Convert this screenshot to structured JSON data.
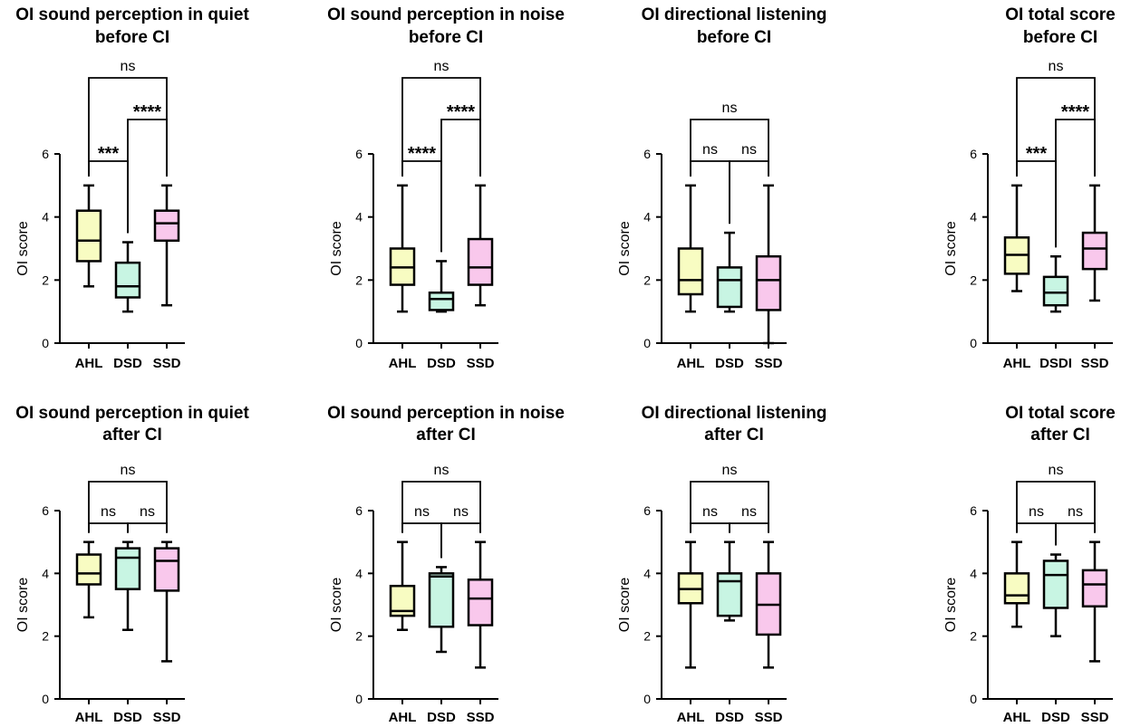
{
  "colors": {
    "AHL": "#f8fcc2",
    "DSD": "#c8f5e3",
    "SSD": "#f9c8ec",
    "stroke": "#000000"
  },
  "chart_data": [
    {
      "type": "box",
      "title": [
        "OI sound perception in quiet",
        "before CI"
      ],
      "ylabel": "OI score",
      "ylim": [
        0,
        6
      ],
      "yticks": [
        0,
        2,
        4,
        6
      ],
      "categories": [
        "AHL",
        "DSD",
        "SSD"
      ],
      "boxes": [
        {
          "min": 1.8,
          "q1": 2.6,
          "median": 3.25,
          "q3": 4.2,
          "max": 5.0
        },
        {
          "min": 1.0,
          "q1": 1.45,
          "median": 1.8,
          "q3": 2.55,
          "max": 3.2
        },
        {
          "min": 1.2,
          "q1": 3.25,
          "median": 3.8,
          "q3": 4.2,
          "max": 5.0
        }
      ],
      "comparisons": [
        {
          "from": 0,
          "to": 1,
          "label": "***",
          "level": 1
        },
        {
          "from": 1,
          "to": 2,
          "label": "****",
          "level": 2
        },
        {
          "from": 0,
          "to": 2,
          "label": "ns",
          "level": 3
        }
      ]
    },
    {
      "type": "box",
      "title": [
        "OI sound perception in noise",
        "before CI"
      ],
      "ylabel": "OI score",
      "ylim": [
        0,
        6
      ],
      "yticks": [
        0,
        2,
        4,
        6
      ],
      "categories": [
        "AHL",
        "DSD",
        "SSD"
      ],
      "boxes": [
        {
          "min": 1.0,
          "q1": 1.85,
          "median": 2.4,
          "q3": 3.0,
          "max": 5.0
        },
        {
          "min": 1.0,
          "q1": 1.05,
          "median": 1.4,
          "q3": 1.6,
          "max": 2.6
        },
        {
          "min": 1.2,
          "q1": 1.85,
          "median": 2.4,
          "q3": 3.3,
          "max": 5.0
        }
      ],
      "comparisons": [
        {
          "from": 0,
          "to": 1,
          "label": "****",
          "level": 1
        },
        {
          "from": 1,
          "to": 2,
          "label": "****",
          "level": 2
        },
        {
          "from": 0,
          "to": 2,
          "label": "ns",
          "level": 3
        }
      ]
    },
    {
      "type": "box",
      "title": [
        "OI directional listening",
        "before CI"
      ],
      "ylabel": "OI score",
      "ylim": [
        0,
        6
      ],
      "yticks": [
        0,
        2,
        4,
        6
      ],
      "categories": [
        "AHL",
        "DSD",
        "SSD"
      ],
      "boxes": [
        {
          "min": 1.0,
          "q1": 1.55,
          "median": 2.0,
          "q3": 3.0,
          "max": 5.0
        },
        {
          "min": 1.0,
          "q1": 1.15,
          "median": 2.0,
          "q3": 2.4,
          "max": 3.5
        },
        {
          "min": 0.0,
          "q1": 1.05,
          "median": 2.0,
          "q3": 2.75,
          "max": 5.0
        }
      ],
      "comparisons": [
        {
          "from": 0,
          "to": 1,
          "label": "ns",
          "level": 1
        },
        {
          "from": 1,
          "to": 2,
          "label": "ns",
          "level": 1
        },
        {
          "from": 0,
          "to": 2,
          "label": "ns",
          "level": 2
        }
      ]
    },
    {
      "type": "box",
      "title": [
        "OI total score",
        "before CI"
      ],
      "ylabel": "OI score",
      "ylim": [
        0,
        6
      ],
      "yticks": [
        0,
        2,
        4,
        6
      ],
      "categories": [
        "AHL",
        "DSDI",
        "SSD"
      ],
      "boxes": [
        {
          "min": 1.65,
          "q1": 2.2,
          "median": 2.8,
          "q3": 3.35,
          "max": 5.0
        },
        {
          "min": 1.0,
          "q1": 1.2,
          "median": 1.6,
          "q3": 2.1,
          "max": 2.75
        },
        {
          "min": 1.35,
          "q1": 2.35,
          "median": 3.0,
          "q3": 3.5,
          "max": 5.0
        }
      ],
      "comparisons": [
        {
          "from": 0,
          "to": 1,
          "label": "***",
          "level": 1
        },
        {
          "from": 1,
          "to": 2,
          "label": "****",
          "level": 2
        },
        {
          "from": 0,
          "to": 2,
          "label": "ns",
          "level": 3
        }
      ]
    },
    {
      "type": "box",
      "title": [
        "OI sound perception in quiet",
        "after CI"
      ],
      "ylabel": "OI score",
      "ylim": [
        0,
        6
      ],
      "yticks": [
        0,
        2,
        4,
        6
      ],
      "categories": [
        "AHL",
        "DSD",
        "SSD"
      ],
      "boxes": [
        {
          "min": 2.6,
          "q1": 3.65,
          "median": 4.0,
          "q3": 4.6,
          "max": 5.0
        },
        {
          "min": 2.2,
          "q1": 3.5,
          "median": 4.5,
          "q3": 4.8,
          "max": 5.0
        },
        {
          "min": 1.2,
          "q1": 3.45,
          "median": 4.4,
          "q3": 4.8,
          "max": 5.0
        }
      ],
      "comparisons": [
        {
          "from": 0,
          "to": 1,
          "label": "ns",
          "level": 1
        },
        {
          "from": 1,
          "to": 2,
          "label": "ns",
          "level": 1
        },
        {
          "from": 0,
          "to": 2,
          "label": "ns",
          "level": 2
        }
      ]
    },
    {
      "type": "box",
      "title": [
        "OI sound perception in noise",
        "after CI"
      ],
      "ylabel": "OI score",
      "ylim": [
        0,
        6
      ],
      "yticks": [
        0,
        2,
        4,
        6
      ],
      "categories": [
        "AHL",
        "DSD",
        "SSD"
      ],
      "boxes": [
        {
          "min": 2.2,
          "q1": 2.65,
          "median": 2.8,
          "q3": 3.6,
          "max": 5.0
        },
        {
          "min": 1.5,
          "q1": 2.3,
          "median": 3.9,
          "q3": 4.0,
          "max": 4.2
        },
        {
          "min": 1.0,
          "q1": 2.35,
          "median": 3.2,
          "q3": 3.8,
          "max": 5.0
        }
      ],
      "comparisons": [
        {
          "from": 0,
          "to": 1,
          "label": "ns",
          "level": 1
        },
        {
          "from": 1,
          "to": 2,
          "label": "ns",
          "level": 1
        },
        {
          "from": 0,
          "to": 2,
          "label": "ns",
          "level": 2
        }
      ]
    },
    {
      "type": "box",
      "title": [
        "OI directional listening",
        "after CI"
      ],
      "ylabel": "OI score",
      "ylim": [
        0,
        6
      ],
      "yticks": [
        0,
        2,
        4,
        6
      ],
      "categories": [
        "AHL",
        "DSD",
        "SSD"
      ],
      "boxes": [
        {
          "min": 1.0,
          "q1": 3.05,
          "median": 3.5,
          "q3": 4.0,
          "max": 5.0
        },
        {
          "min": 2.5,
          "q1": 2.65,
          "median": 3.75,
          "q3": 4.0,
          "max": 5.0
        },
        {
          "min": 1.0,
          "q1": 2.05,
          "median": 3.0,
          "q3": 4.0,
          "max": 5.0
        }
      ],
      "comparisons": [
        {
          "from": 0,
          "to": 1,
          "label": "ns",
          "level": 1
        },
        {
          "from": 1,
          "to": 2,
          "label": "ns",
          "level": 1
        },
        {
          "from": 0,
          "to": 2,
          "label": "ns",
          "level": 2
        }
      ]
    },
    {
      "type": "box",
      "title": [
        "OI total score",
        "after CI"
      ],
      "ylabel": "OI score",
      "ylim": [
        0,
        6
      ],
      "yticks": [
        0,
        2,
        4,
        6
      ],
      "categories": [
        "AHL",
        "DSD",
        "SSD"
      ],
      "boxes": [
        {
          "min": 2.3,
          "q1": 3.05,
          "median": 3.3,
          "q3": 4.0,
          "max": 5.0
        },
        {
          "min": 2.0,
          "q1": 2.9,
          "median": 3.95,
          "q3": 4.4,
          "max": 4.6
        },
        {
          "min": 1.2,
          "q1": 2.95,
          "median": 3.65,
          "q3": 4.1,
          "max": 5.0
        }
      ],
      "comparisons": [
        {
          "from": 0,
          "to": 1,
          "label": "ns",
          "level": 1
        },
        {
          "from": 1,
          "to": 2,
          "label": "ns",
          "level": 1
        },
        {
          "from": 0,
          "to": 2,
          "label": "ns",
          "level": 2
        }
      ]
    }
  ]
}
